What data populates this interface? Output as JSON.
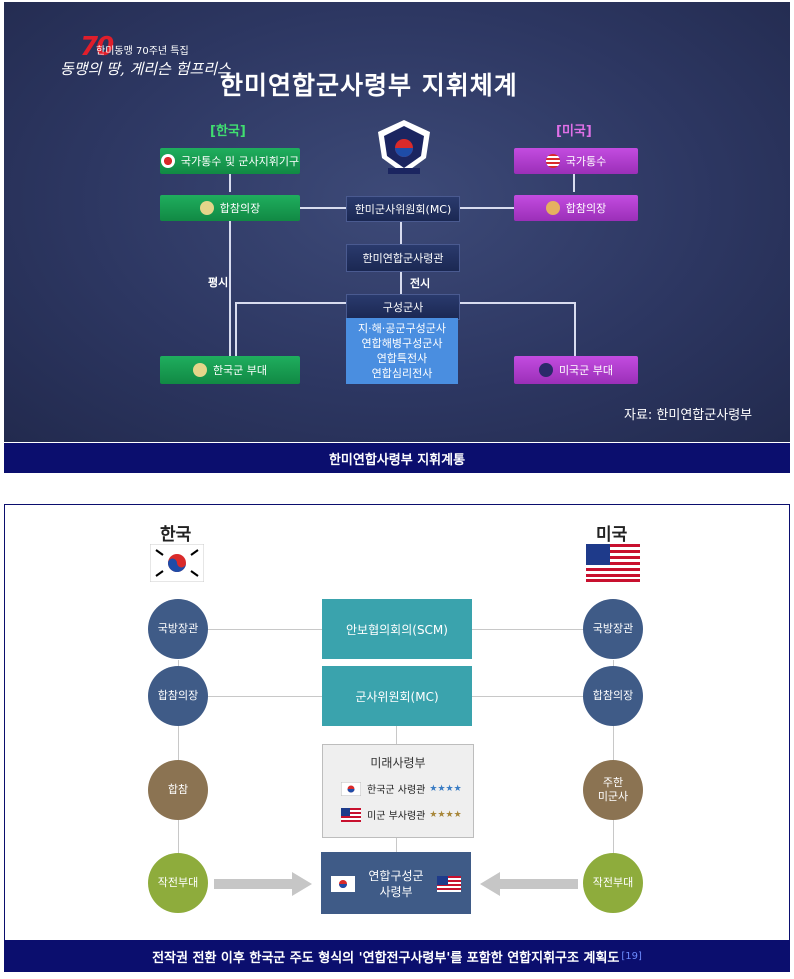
{
  "panel1": {
    "logo_number": "70",
    "logo_subtitle": "한미동맹 70주년 특집",
    "logo_script": "동맹의 땅, 게리슨 험프리스",
    "title": "한미연합군사령부 지휘체계",
    "header_korea": "[한국]",
    "header_usa": "[미국]",
    "kr_boxes": [
      "국가통수 및 군사지휘기구",
      "합참의장",
      "한국군 부대"
    ],
    "us_boxes": [
      "국가통수",
      "합참의장",
      "미국군 부대"
    ],
    "mc": "한미군사위원회(MC)",
    "commander": "한미연합군사령관",
    "peacetime": "평시",
    "wartime": "전시",
    "component_title": "구성군사",
    "component_items": [
      "지·해·공군구성군사",
      "연합해병구성군사",
      "연합특전사",
      "연합심리전사"
    ],
    "source": "자료: 한미연합군사령부",
    "caption": "한미연합사령부 지휘계통"
  },
  "panel2": {
    "korea_label": "한국",
    "usa_label": "미국",
    "kr_nodes": [
      "국방장관",
      "합참의장",
      "합참",
      "작전부대"
    ],
    "us_nodes": [
      "국방장관",
      "합참의장",
      "주한\n미군사",
      "작전부대"
    ],
    "scm": "안보협의회의(SCM)",
    "mc": "군사위원회(MC)",
    "future_title": "미래사령부",
    "future_kr": "한국군 사령관",
    "future_us": "미군 부사령관",
    "combined": "연합구성군\n사령부",
    "caption": "전작권 전환 이후 한국군 주도 형식의 '연합전구사령부'를 포함한 연합지휘구조 계획도",
    "footnote": "[19]"
  },
  "colors": {
    "green": "#1fae5e",
    "purple": "#b840d6",
    "teal": "#3aa3ad",
    "navy": "#0b0e6e"
  }
}
